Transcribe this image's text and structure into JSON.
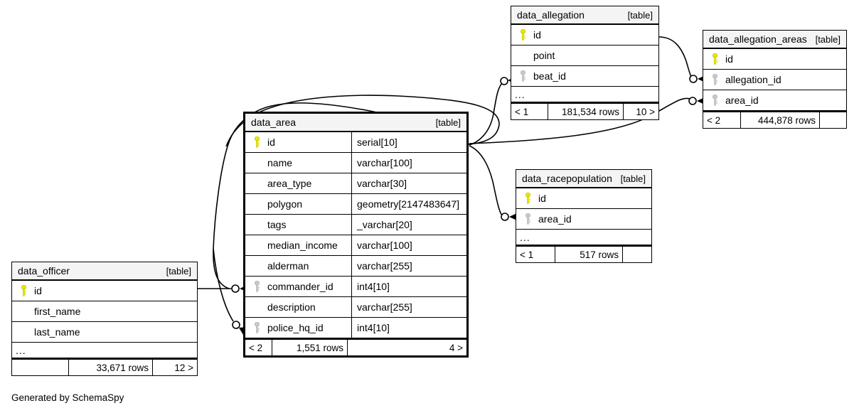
{
  "diagram": {
    "title": "SchemaSpy relationships diagram",
    "credit": "Generated by SchemaSpy",
    "table_tag": "[table]",
    "ellipsis": "...",
    "colors": {
      "primary_key": "#e8e800",
      "foreign_key": "#c9c9c9",
      "header_bg": "#f4f4f4",
      "border": "#000000",
      "background": "#ffffff"
    }
  },
  "tables": [
    {
      "id": "data_area",
      "name": "data_area",
      "tag": "[table]",
      "emphasized": true,
      "has_types": true,
      "columns": [
        {
          "key": "primary",
          "name": "id",
          "type": "serial[10]"
        },
        {
          "key": "none",
          "name": "name",
          "type": "varchar[100]"
        },
        {
          "key": "none",
          "name": "area_type",
          "type": "varchar[30]"
        },
        {
          "key": "none",
          "name": "polygon",
          "type": "geometry[2147483647]"
        },
        {
          "key": "none",
          "name": "tags",
          "type": "_varchar[20]"
        },
        {
          "key": "none",
          "name": "median_income",
          "type": "varchar[100]"
        },
        {
          "key": "none",
          "name": "alderman",
          "type": "varchar[255]"
        },
        {
          "key": "foreign",
          "name": "commander_id",
          "type": "int4[10]"
        },
        {
          "key": "none",
          "name": "description",
          "type": "varchar[255]"
        },
        {
          "key": "foreign",
          "name": "police_hq_id",
          "type": "int4[10]"
        }
      ],
      "show_ellipsis": false,
      "footer": {
        "left": "< 2",
        "middle": "1,551 rows",
        "right": "4 >"
      }
    },
    {
      "id": "data_allegation",
      "name": "data_allegation",
      "tag": "[table]",
      "emphasized": false,
      "has_types": false,
      "columns": [
        {
          "key": "primary",
          "name": "id",
          "type": ""
        },
        {
          "key": "none",
          "name": "point",
          "type": ""
        },
        {
          "key": "foreign",
          "name": "beat_id",
          "type": ""
        }
      ],
      "show_ellipsis": true,
      "footer": {
        "left": "< 1",
        "middle": "181,534 rows",
        "right": "10 >"
      }
    },
    {
      "id": "data_allegation_areas",
      "name": "data_allegation_areas",
      "tag": "[table]",
      "emphasized": false,
      "has_types": false,
      "columns": [
        {
          "key": "primary",
          "name": "id",
          "type": ""
        },
        {
          "key": "foreign",
          "name": "allegation_id",
          "type": ""
        },
        {
          "key": "foreign",
          "name": "area_id",
          "type": ""
        }
      ],
      "show_ellipsis": false,
      "footer": {
        "left": "< 2",
        "middle": "444,878 rows",
        "right": ""
      }
    },
    {
      "id": "data_racepopulation",
      "name": "data_racepopulation",
      "tag": "[table]",
      "emphasized": false,
      "has_types": false,
      "columns": [
        {
          "key": "primary",
          "name": "id",
          "type": ""
        },
        {
          "key": "foreign",
          "name": "area_id",
          "type": ""
        }
      ],
      "show_ellipsis": true,
      "footer": {
        "left": "< 1",
        "middle": "517 rows",
        "right": ""
      }
    },
    {
      "id": "data_officer",
      "name": "data_officer",
      "tag": "[table]",
      "emphasized": false,
      "has_types": false,
      "columns": [
        {
          "key": "primary",
          "name": "id",
          "type": ""
        },
        {
          "key": "none",
          "name": "first_name",
          "type": ""
        },
        {
          "key": "none",
          "name": "last_name",
          "type": ""
        }
      ],
      "show_ellipsis": true,
      "footer": {
        "left": "",
        "middle": "33,671 rows",
        "right": "12 >"
      }
    }
  ],
  "relationships": [
    {
      "from": "data_area.id",
      "to": "data_allegation.beat_id"
    },
    {
      "from": "data_allegation.id",
      "to": "data_allegation_areas.allegation_id"
    },
    {
      "from": "data_area.id",
      "to": "data_allegation_areas.area_id"
    },
    {
      "from": "data_area.id",
      "to": "data_racepopulation.area_id"
    },
    {
      "from": "data_officer.id",
      "to": "data_area.commander_id"
    },
    {
      "from": "data_officer.id",
      "to": "data_area.police_hq_id"
    }
  ]
}
